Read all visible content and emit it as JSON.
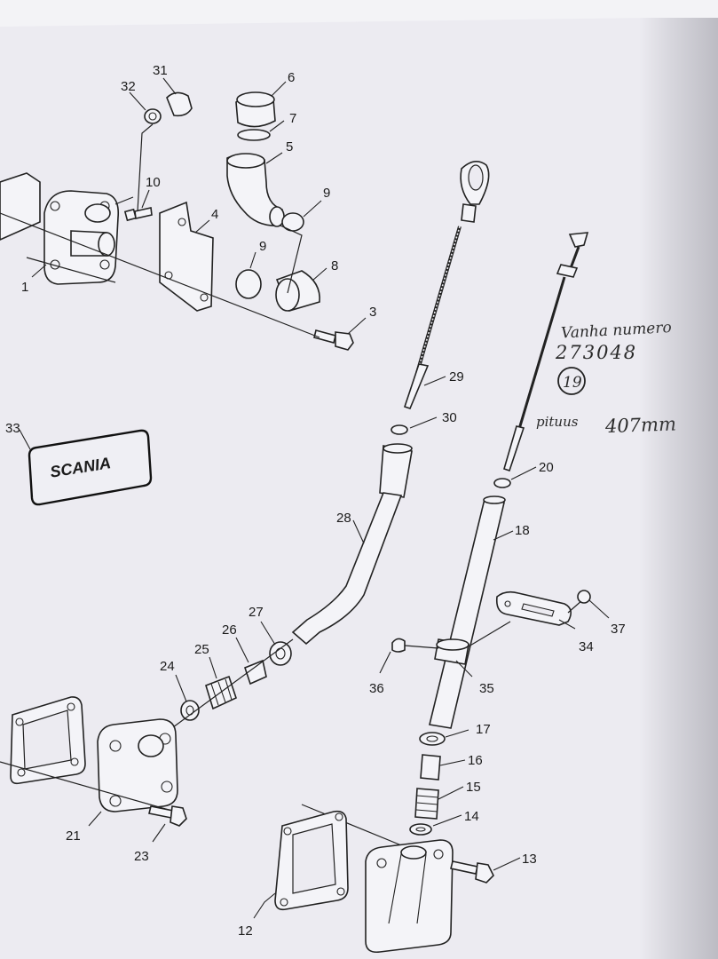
{
  "callouts": {
    "n1": "1",
    "n3": "3",
    "n4": "4",
    "n5": "5",
    "n6": "6",
    "n7": "7",
    "n8": "8",
    "n9a": "9",
    "n9b": "9",
    "n10": "10",
    "n12": "12",
    "n13": "13",
    "n14": "14",
    "n15": "15",
    "n16": "16",
    "n17": "17",
    "n18": "18",
    "n20": "20",
    "n21": "21",
    "n23": "23",
    "n24": "24",
    "n25": "25",
    "n26": "26",
    "n27": "27",
    "n28": "28",
    "n29": "29",
    "n30": "30",
    "n31": "31",
    "n32": "32",
    "n33": "33",
    "n34": "34",
    "n35": "35",
    "n36": "36",
    "n37": "37"
  },
  "label_plate": {
    "brand": "SCANIA"
  },
  "handwritten": {
    "line1": "Vanha numero",
    "line2": "273048",
    "circled": "19",
    "line3": "pituus",
    "line4": "407mm"
  }
}
